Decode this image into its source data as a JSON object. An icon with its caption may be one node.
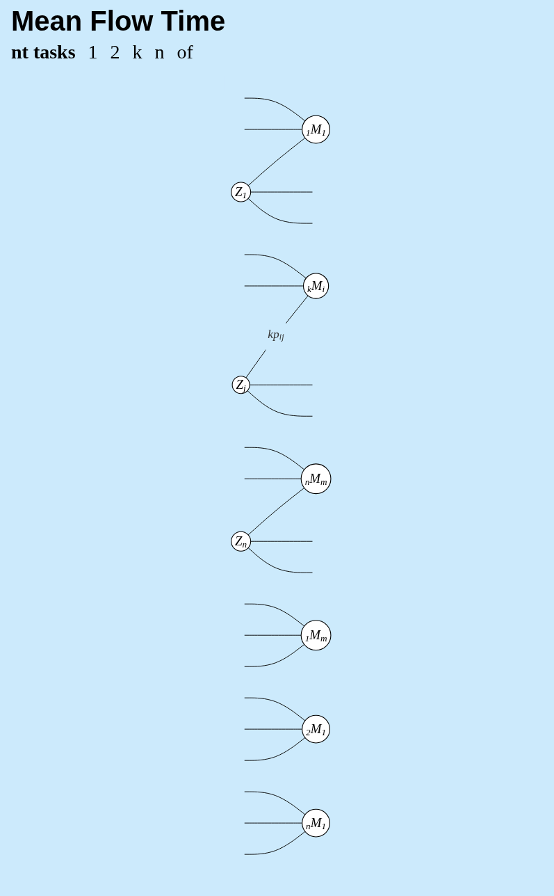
{
  "diagram": {
    "title": "Mean Flow Time",
    "nodes": [
      {
        "text": [
          "Z$_{1}$"
        ]
      },
      {
        "text": [
          "Z$_{j}$"
        ]
      },
      {
        "text": [
          "Z$_{n}$"
        ]
      },
      {
        "text": [
          "$_{1}$M$_{1}$"
        ]
      },
      {
        "text": [
          "$_{1}$M$_{m}$"
        ]
      },
      {
        "text": [
          "$_{2}$M$_{1}$"
        ]
      },
      {
        "text": [
          "$_{k}$M$_{i}$"
        ]
      },
      {
        "text": [
          "$_{n}$M$_{1}$"
        ]
      },
      {
        "text": [
          "$_{n}$M$_{m}$"
        ]
      }
    ],
    "edges": [
      {
        "from": 0,
        "to": 3,
        "arrow": "none"
      },
      {
        "from": 1,
        "to": 6,
        "arrow": "none",
        "label": "kp$_{ij}$"
      },
      {
        "from": 2,
        "to": 8,
        "arrow": "none"
      },
      {
        "from": 0,
        "to": null,
        "arrow": "none"
      },
      {
        "from": 0,
        "to": null,
        "arrow": "none"
      },
      {
        "from": 1,
        "to": null,
        "arrow": "none"
      },
      {
        "from": 1,
        "to": null,
        "arrow": "none"
      },
      {
        "from": 2,
        "to": null,
        "arrow": "none"
      },
      {
        "from": 2,
        "to": null,
        "arrow": "none"
      },
      {
        "from": null,
        "to": 3,
        "arrow": "none"
      },
      {
        "from": null,
        "to": 3,
        "arrow": "none"
      },
      {
        "from": null,
        "to": 4,
        "arrow": "none"
      },
      {
        "from": null,
        "to": 4,
        "arrow": "none"
      },
      {
        "from": null,
        "to": 4,
        "arrow": "none"
      },
      {
        "from": null,
        "to": 5,
        "arrow": "none"
      },
      {
        "from": null,
        "to": 5,
        "arrow": "none"
      },
      {
        "from": null,
        "to": 5,
        "arrow": "none"
      },
      {
        "from": null,
        "to": 6,
        "arrow": "none"
      },
      {
        "from": null,
        "to": 6,
        "arrow": "none"
      },
      {
        "from": null,
        "to": 7,
        "arrow": "none"
      },
      {
        "from": null,
        "to": 7,
        "arrow": "none"
      },
      {
        "from": null,
        "to": 7,
        "arrow": "none"
      },
      {
        "from": null,
        "to": 8,
        "arrow": "none"
      },
      {
        "from": null,
        "to": 8,
        "arrow": "none"
      }
    ],
    "labels": [
      "nt tasks",
      "1",
      "2",
      "k",
      "n",
      "of"
    ]
  }
}
